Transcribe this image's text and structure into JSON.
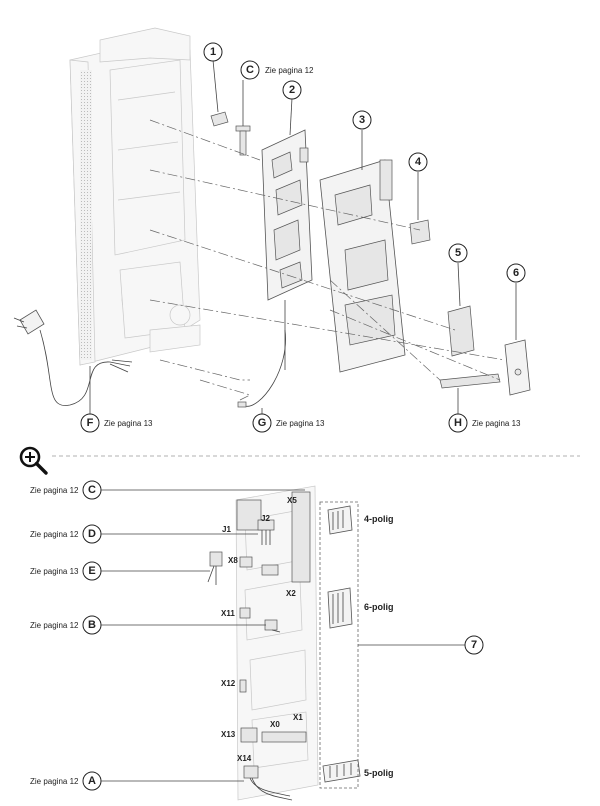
{
  "callouts": {
    "c1": "1",
    "c2": "2",
    "c3": "3",
    "c4": "4",
    "c5": "5",
    "c6": "6",
    "c7": "7",
    "cC_top": "C",
    "cF": "F",
    "cG": "G",
    "cH": "H",
    "cC": "C",
    "cD": "D",
    "cE": "E",
    "cB": "B",
    "cA": "A"
  },
  "refs": {
    "zie_12": "Zie pagina 12",
    "zie_13": "Zie pagina 13"
  },
  "connectors": {
    "X5": "X5",
    "J1": "J1",
    "J2": "J2",
    "X8": "X8",
    "X2": "X2",
    "X11": "X11",
    "X12": "X12",
    "X13": "X13",
    "X0": "X0",
    "X1": "X1",
    "X14": "X14"
  },
  "plugs": {
    "p4": "4-polig",
    "p6": "6-polig",
    "p5": "5-polig"
  },
  "colors": {
    "ink": "#222222",
    "part": "#f3f3f3",
    "ghost": "#c8c8c8"
  },
  "icons": {
    "zoom": "zoom-in-icon"
  }
}
